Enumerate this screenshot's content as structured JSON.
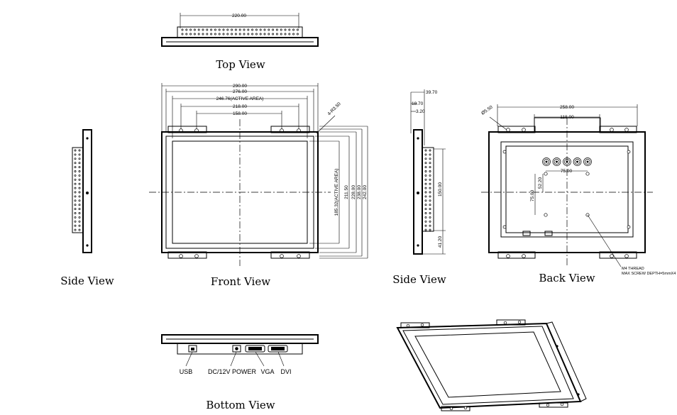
{
  "view_labels": {
    "top": "Top View",
    "front": "Front View",
    "side_left": "Side View",
    "side_right": "Side View",
    "back": "Back View",
    "bottom": "Bottom View"
  },
  "dimensions": {
    "top_width": "220.00",
    "front_290": "290.00",
    "front_276": "276.00",
    "front_active_w": "246.76(ACTIVE AREA)",
    "front_218": "218.00",
    "front_158": "158.00",
    "front_hole": "4-R3.50",
    "front_active_h": "185.32(ACTIVE AREA)",
    "front_211": "211.50",
    "front_228": "228.00",
    "front_238": "238.00",
    "front_242": "242.00",
    "side_39": "39.70",
    "side_18": "18.70",
    "side_3": "3.20",
    "side_150": "150.00",
    "side_41": "41.20",
    "back_258": "258.00",
    "back_118": "118.00",
    "back_dia": "Ø5.50",
    "back_75h": "75.00",
    "back_52": "52.20",
    "back_75v": "75.00"
  },
  "ports": {
    "usb": "USB",
    "dc": "DC/12V POWER",
    "vga": "VGA",
    "dvi": "DVI"
  },
  "notes": {
    "thread_line1": "M4 THREAD",
    "thread_line2": "MAX SCREW DEPTH=5mmX4"
  }
}
